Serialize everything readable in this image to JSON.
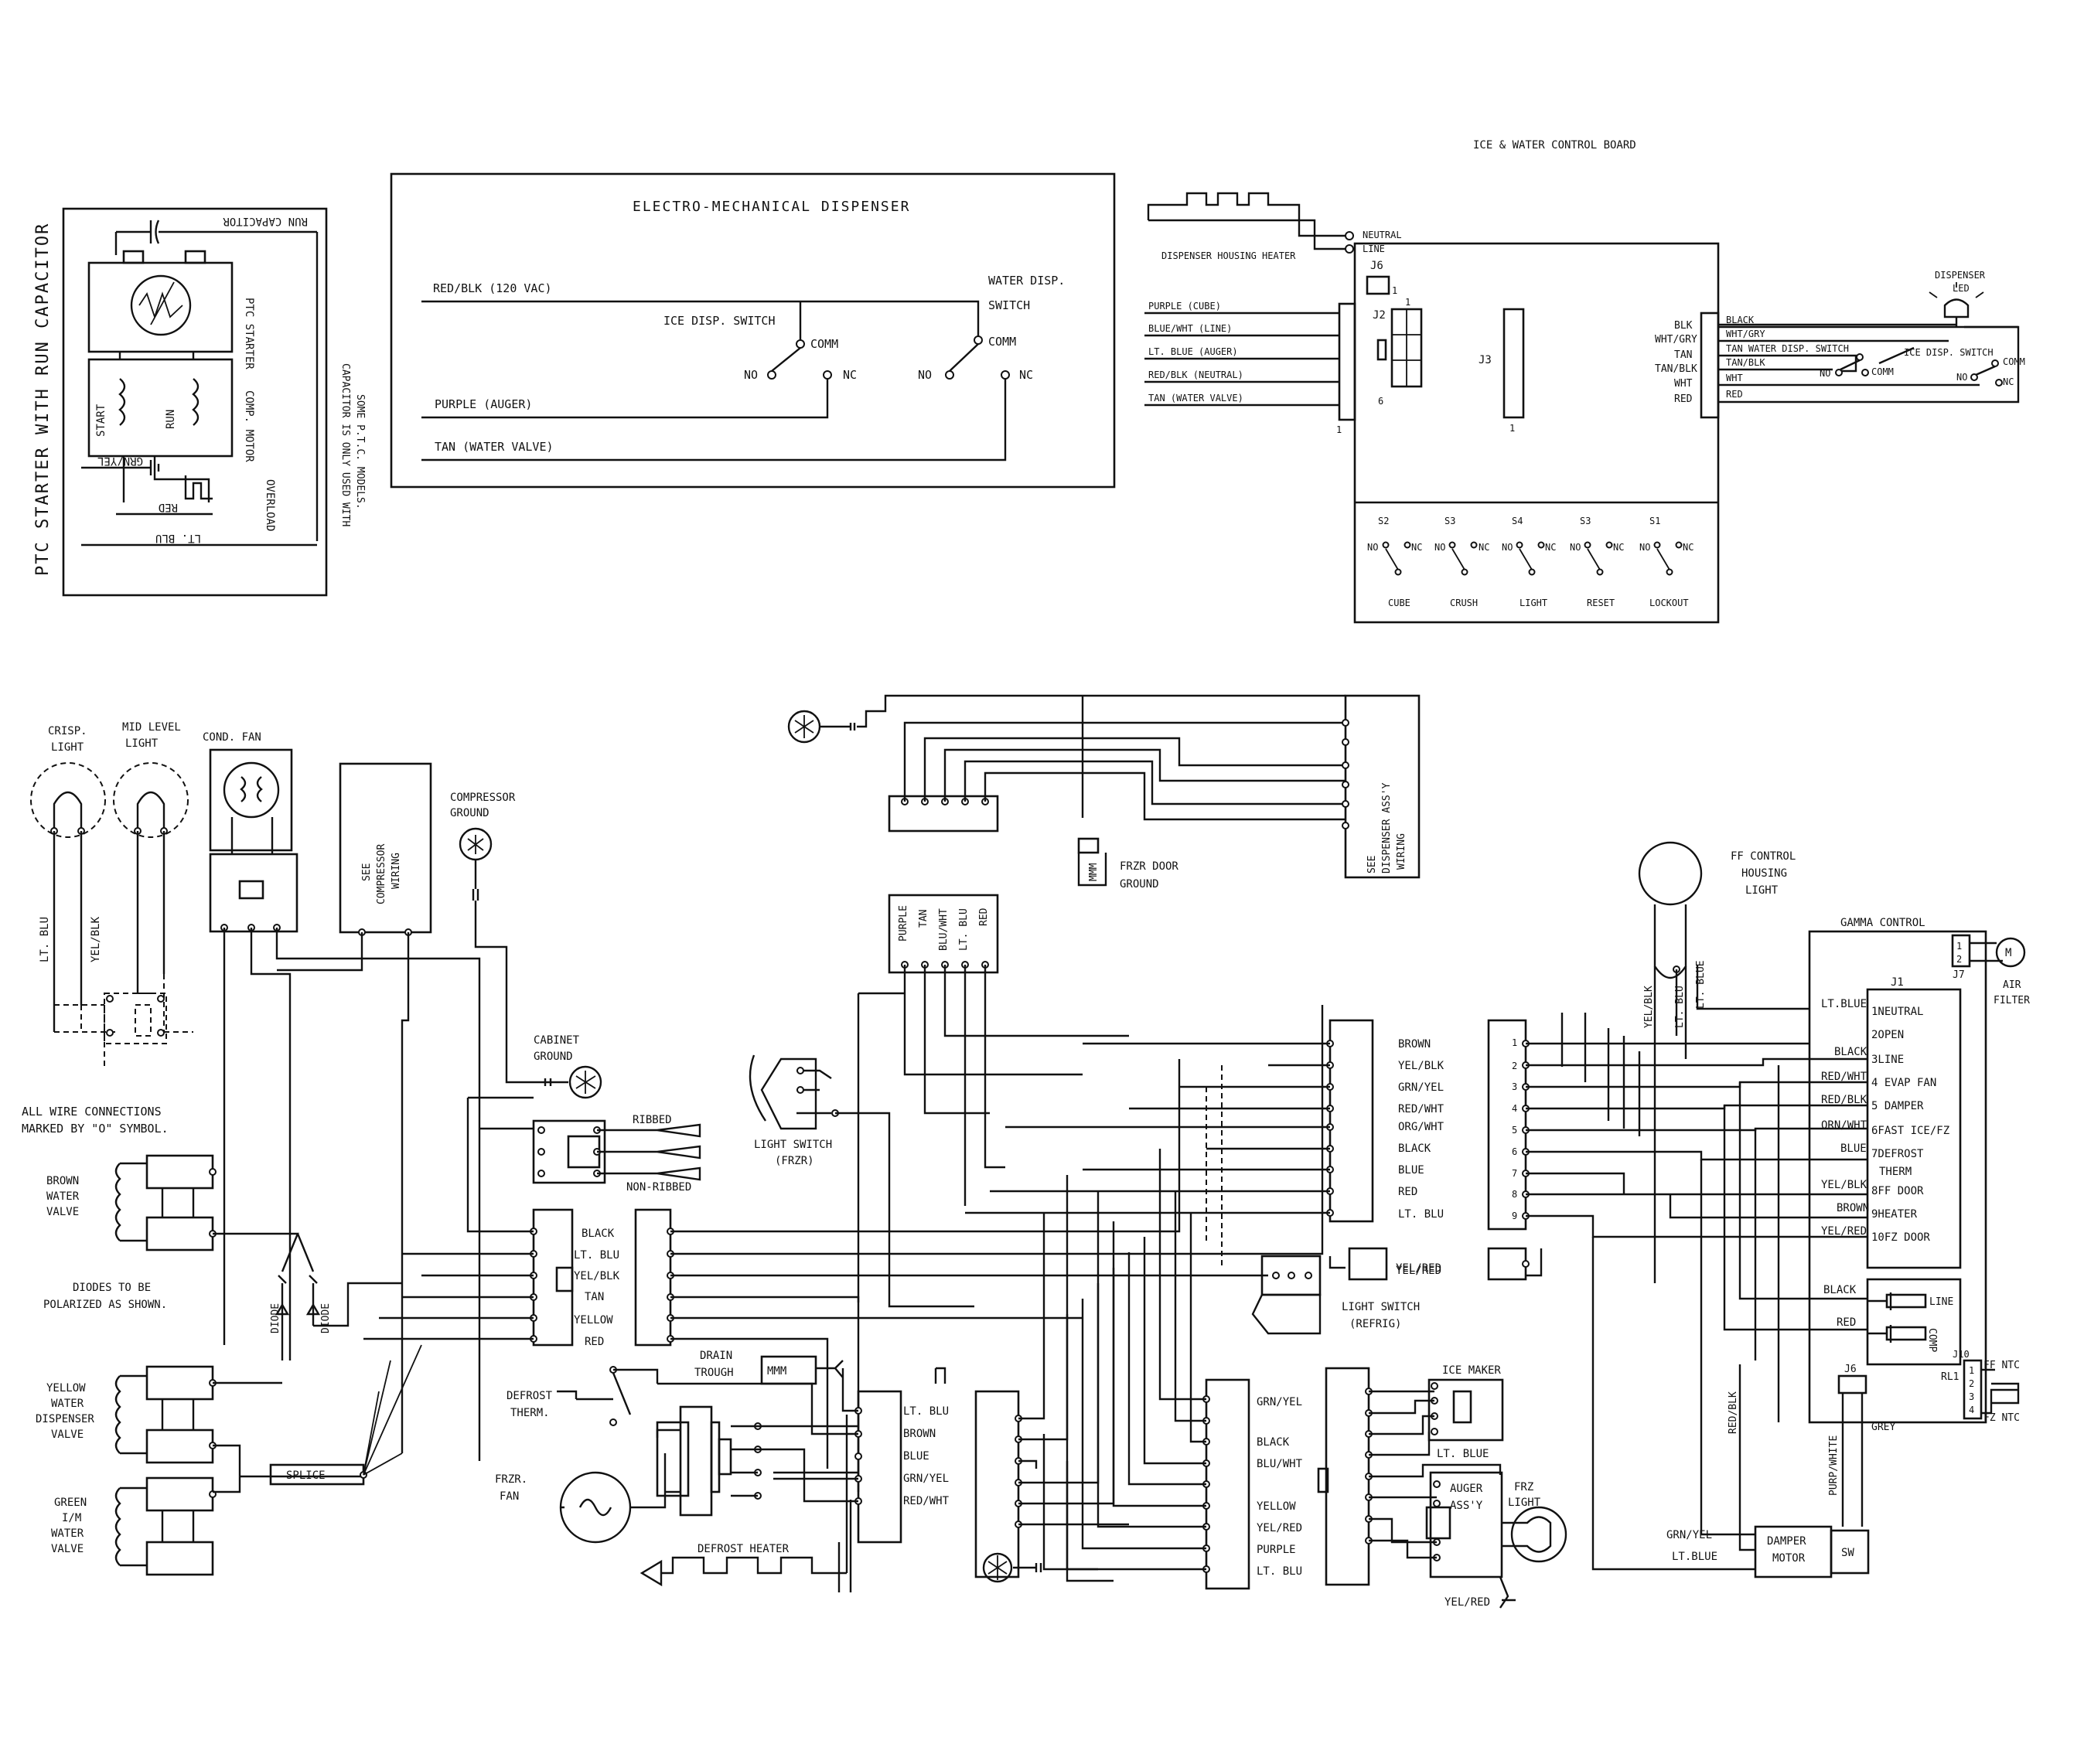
{
  "ptc": {
    "title": "PTC STARTER WITH RUN CAPACITOR",
    "run_capacitor": "RUN CAPACITOR",
    "ptc_starter": "PTC STARTER",
    "comp_motor": "COMP. MOTOR",
    "start": "START",
    "run": "RUN",
    "overload": "OVERLOAD",
    "grn_yel": "GRN/YEL",
    "red": "RED",
    "lt_blu": "LT. BLU",
    "note1": "CAPACITOR IS ONLY USED WITH",
    "note2": "SOME P.T.C. MODELS."
  },
  "dispenser": {
    "title": "ELECTRO-MECHANICAL DISPENSER",
    "red_blk": "RED/BLK (120 VAC)",
    "ice_switch": "ICE DISP. SWITCH",
    "water_switch_1": "WATER DISP.",
    "water_switch_2": "SWITCH",
    "comm": "COMM",
    "no": "NO",
    "nc": "NC",
    "purple": "PURPLE (AUGER)",
    "tan": "TAN (WATER VALVE)"
  },
  "control_board": {
    "title": "ICE & WATER CONTROL BOARD",
    "neutral": "NEUTRAL",
    "line": "LINE",
    "housing_heater": "DISPENSER HOUSING HEATER",
    "j6": "J6",
    "j2": "J2",
    "j3": "J3",
    "pin1": "1",
    "pin6": "6",
    "left_wires": [
      "PURPLE (CUBE)",
      "BLUE/WHT (LINE)",
      "LT. BLUE (AUGER)",
      "RED/BLK (NEUTRAL)",
      "TAN (WATER VALVE)"
    ],
    "right_labels": [
      "BLK",
      "WHT/GRY",
      "TAN",
      "TAN/BLK",
      "WHT",
      "RED"
    ],
    "right_wires": [
      "BLACK",
      "WHT/GRY",
      "TAN  WATER DISP. SWITCH",
      "TAN/BLK",
      "WHT",
      "RED"
    ],
    "dispenser_led_1": "DISPENSER",
    "dispenser_led_2": "LED",
    "ice_disp_switch": "ICE DISP. SWITCH",
    "switch_ids": [
      "S2",
      "S3",
      "S4",
      "S3",
      "S1"
    ],
    "switch_names": [
      "CUBE",
      "CRUSH",
      "LIGHT",
      "RESET",
      "LOCKOUT"
    ],
    "no": "NO",
    "nc": "NC",
    "comm": "COMM"
  },
  "left_lights": {
    "crisp_1": "CRISP.",
    "crisp_2": "LIGHT",
    "mid_1": "MID LEVEL",
    "mid_2": "LIGHT",
    "cond_fan": "COND. FAN",
    "see_compressor_1": "SEE",
    "see_compressor_2": "COMPRESSOR",
    "see_compressor_3": "WIRING",
    "compressor_ground_1": "COMPRESSOR",
    "compressor_ground_2": "GROUND",
    "lt_blu": "LT. BLU",
    "yel_blk": "YEL/BLK"
  },
  "valves": {
    "note_1": "ALL WIRE CONNECTIONS",
    "note_2": "MARKED BY \"O\" SYMBOL.",
    "brown": [
      "BROWN",
      "WATER",
      "VALVE"
    ],
    "yellow": [
      "YELLOW",
      "WATER",
      "DISPENSER",
      "VALVE"
    ],
    "green": [
      "GREEN",
      "I/M",
      "WATER",
      "VALVE"
    ],
    "diodes_1": "DIODES TO BE",
    "diodes_2": "POLARIZED AS SHOWN.",
    "diode": "DIODE",
    "splice": "SPLICE"
  },
  "center": {
    "cabinet_ground_1": "CABINET",
    "cabinet_ground_2": "GROUND",
    "ribbed": "RIBBED",
    "non_ribbed": "NON-RIBBED",
    "connector_labels": [
      "BLACK",
      "LT. BLU",
      "YEL/BLK",
      "TAN",
      "YELLOW",
      "RED"
    ],
    "light_switch_frzr_1": "LIGHT SWITCH",
    "light_switch_frzr_2": "(FRZR)",
    "frzr_door_ground_1": "FRZR DOOR",
    "frzr_door_ground_2": "GROUND",
    "see_dispenser_1": "SEE",
    "see_dispenser_2": "DISPENSER ASS'Y",
    "see_dispenser_3": "WIRING",
    "upper_connector": [
      "PURPLE",
      "TAN",
      "BLU/WHT",
      "LT. BLU",
      "RED"
    ],
    "drain_trough_1": "DRAIN",
    "drain_trough_2": "TROUGH",
    "defrost_therm_1": "DEFROST",
    "defrost_therm_2": "THERM.",
    "frzr_fan_1": "FRZR.",
    "frzr_fan_2": "FAN",
    "defrost_heater": "DEFROST HEATER",
    "heater_conn": [
      "LT. BLU",
      "BROWN",
      "BLUE",
      "GRN/YEL",
      "RED/WHT"
    ],
    "mmm": "MMM"
  },
  "right_center": {
    "main_conn": [
      "BROWN",
      "YEL/BLK",
      "GRN/YEL",
      "RED/WHT",
      "ORG/WHT",
      "BLACK",
      "BLUE",
      "RED",
      "LT. BLU"
    ],
    "yel_red": "YEL/RED",
    "light_switch_refrig_1": "LIGHT SWITCH",
    "light_switch_refrig_2": "(REFRIG)",
    "lower_conn": [
      "GRN/YEL",
      "BLACK",
      "BLU/WHT",
      "YELLOW",
      "YEL/RED",
      "PURPLE",
      "LT. BLU"
    ],
    "ice_maker": "ICE MAKER",
    "lt_blue": "LT. BLUE",
    "auger_1": "AUGER",
    "auger_2": "ASS'Y",
    "frz_light_1": "FRZ",
    "frz_light_2": "LIGHT",
    "yel_red_bottom": "YEL/RED"
  },
  "gamma": {
    "ff_light_1": "FF CONTROL",
    "ff_light_2": "HOUSING",
    "ff_light_3": "LIGHT",
    "vertical_wires": [
      "YEL/BLK",
      "LT. BLU",
      "LT. BLUE"
    ],
    "title": "GAMMA CONTROL",
    "j1": "J1",
    "j7": "J7",
    "j6": "J6",
    "j10": "J10",
    "rl1": "RL1",
    "air_filter_1": "AIR",
    "air_filter_2": "FILTER",
    "m": "M",
    "pin_numbers": [
      "1",
      "2",
      "3",
      "4",
      "5",
      "6",
      "7",
      "8",
      "9"
    ],
    "j1_pins": [
      "1NEUTRAL",
      "2OPEN",
      "3LINE",
      "4 EVAP FAN",
      "5 DAMPER",
      "6FAST ICE/FZ",
      "7DEFROST",
      "THERM",
      "8FF DOOR",
      "9HEATER",
      "10FZ DOOR"
    ],
    "j1_wires": [
      "LT.BLUE",
      "BLACK",
      "RED/WHT",
      "RED/BLK",
      "ORN/WHT",
      "BLUE",
      "YEL/BLK",
      "BROWN",
      "YEL/RED"
    ],
    "relay_line": "LINE",
    "relay_comp": "COMP",
    "relay_black": "BLACK",
    "relay_red": "RED",
    "ff_ntc": "FF NTC",
    "fz_ntc": "FZ NTC",
    "j10_pins": [
      "1",
      "2",
      "3",
      "4"
    ],
    "grey": "GREY",
    "red_blk": "RED/BLK",
    "purp_white": "PURP/WHITE",
    "damper_1": "DAMPER",
    "damper_2": "MOTOR",
    "sw": "SW",
    "grn_yel": "GRN/YEL",
    "lt_blue": "LT.BLUE"
  }
}
